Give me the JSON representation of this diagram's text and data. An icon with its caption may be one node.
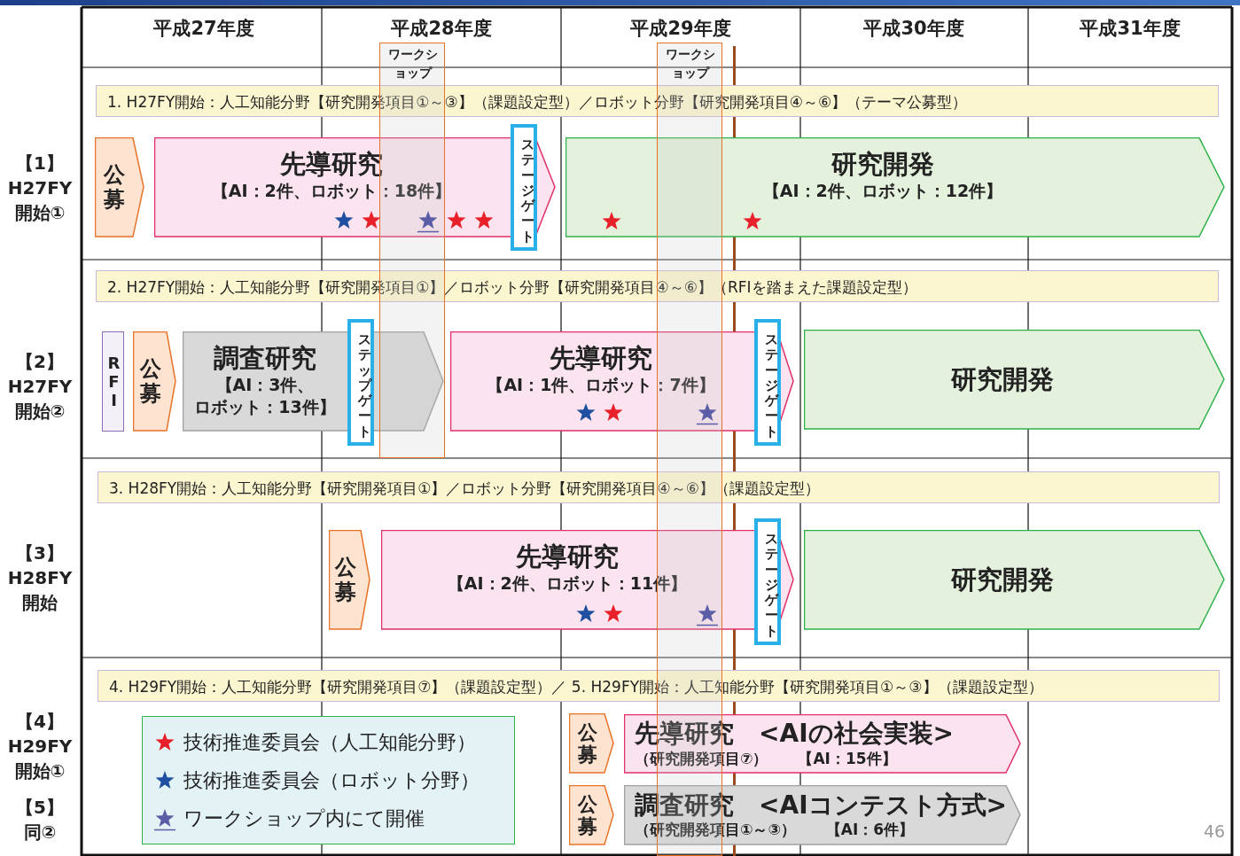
{
  "diagram": {
    "nodes": [
      {
        "text": [
          "ワークショップ"
        ]
      },
      {
        "text": [
          "ワークショップ"
        ]
      },
      {
        "text": [
          "1. H27FY開始：人工知能分野【研究開発項目①～③】（課題設定型）／ロボット分野【研究開発項目④～⑥】（テーマ公募型）"
        ]
      },
      {
        "text": [
          "公募"
        ]
      },
      {
        "text": [
          "先導研究",
          "【AI：2件、ロボット：18件】"
        ]
      },
      {
        "text": [
          "ステージゲート"
        ]
      },
      {
        "text": [
          "研究開発",
          "【AI：2件、ロボット：12件】"
        ]
      },
      {
        "text": [
          "2. H27FY開始：人工知能分野【研究開発項目①】／ロボット分野【研究開発項目④～⑥】（RFIを踏まえた課題設定型）"
        ]
      },
      {
        "text": [
          "RFI"
        ]
      },
      {
        "text": [
          "公募"
        ]
      },
      {
        "text": [
          "調査研究",
          "【AI：3件、ロボット：13件】"
        ]
      },
      {
        "text": [
          "ステップゲート"
        ]
      },
      {
        "text": [
          "先導研究",
          "【AI：1件、ロボット：7件】"
        ]
      },
      {
        "text": [
          "ステージゲート"
        ]
      },
      {
        "text": [
          "研究開発"
        ]
      },
      {
        "text": [
          "3. H28FY開始：人工知能分野【研究開発項目①】／ロボット分野【研究開発項目④～⑥】（課題設定型）"
        ]
      },
      {
        "text": [
          "公募"
        ]
      },
      {
        "text": [
          "先導研究",
          "【AI：2件、ロボット：11件】"
        ]
      },
      {
        "text": [
          "ステージゲート"
        ]
      },
      {
        "text": [
          "研究開発"
        ]
      },
      {
        "text": [
          "4. H29FY開始：人工知能分野【研究開発項目⑦】（課題設定型）／ 5. H29FY開始：人工知能分野【研究開発項目①～③】（課題設定型）"
        ]
      },
      {
        "text": [
          "公募"
        ]
      },
      {
        "text": [
          "先導研究　<AIの社会実装>",
          "（研究開発項目⑦）",
          "【AI：15件】"
        ]
      },
      {
        "text": [
          "公募"
        ]
      },
      {
        "text": [
          "調査研究　<AIコンテスト方式>",
          "（研究開発項目①～③）",
          "【AI：6件】"
        ]
      }
    ],
    "labels": [
      "平成27年度",
      "平成28年度",
      "平成29年度",
      "平成30年度",
      "平成31年度",
      "【1】H27FY開始①",
      "【2】H27FY開始②",
      "【3】H28FY開始",
      "【4】H29FY開始①",
      "【5】同②",
      "46"
    ],
    "legend": [
      {
        "text": "技術推進委員会（人工知能分野）"
      },
      {
        "text": "技術推進委員会（ロボット分野）"
      },
      {
        "text": "ワークショップ内にて開催"
      }
    ]
  }
}
